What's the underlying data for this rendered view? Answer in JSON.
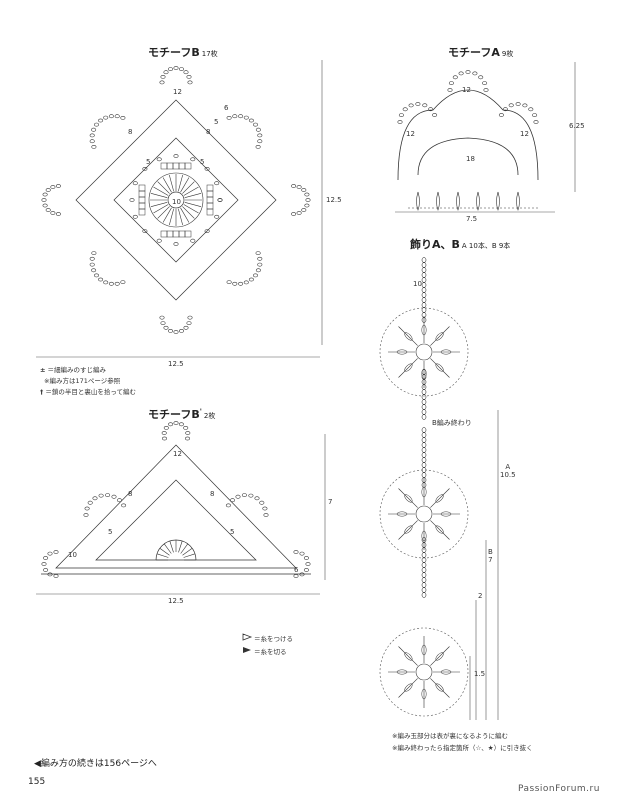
{
  "motifB": {
    "title": "モチーフB",
    "count": "17枚",
    "dim_h": "12.5",
    "dim_v": "12.5",
    "labels": [
      "12",
      "8",
      "8",
      "5",
      "5",
      "10",
      "6",
      "5"
    ]
  },
  "notes": [
    "＝細編みのすじ編み",
    "※編み方は171ページ参照",
    "＝鎖の半目と裏山を拾って編む"
  ],
  "motifB2": {
    "title": "モチーフB",
    "prime": "'",
    "count": "2枚",
    "dim_h": "12.5",
    "dim_v": "7",
    "labels": [
      "12",
      "8",
      "8",
      "5",
      "10",
      "5",
      "6"
    ]
  },
  "motifA": {
    "title": "モチーフA",
    "count": "9枚",
    "dim_h": "7.5",
    "dim_v": "6.25",
    "labels": [
      "12",
      "12",
      "12",
      "18"
    ]
  },
  "kazari": {
    "title": "飾りA、B",
    "count": "A 10本、B 9本",
    "chain_label": "10",
    "end_label": "B編み終わり",
    "dims": [
      "A\n10.5",
      "B\n7",
      "2",
      "1.5"
    ],
    "notes": [
      "※編み玉部分は表が裏になるように編む",
      "※編み終わったら指定箇所（☆、★）に引き抜く"
    ]
  },
  "legend": [
    "＝糸をつける",
    "＝糸を切る"
  ],
  "footer": "◀編み方の続きは156ページへ",
  "page_number": "155",
  "watermark": "PassionForum.ru"
}
